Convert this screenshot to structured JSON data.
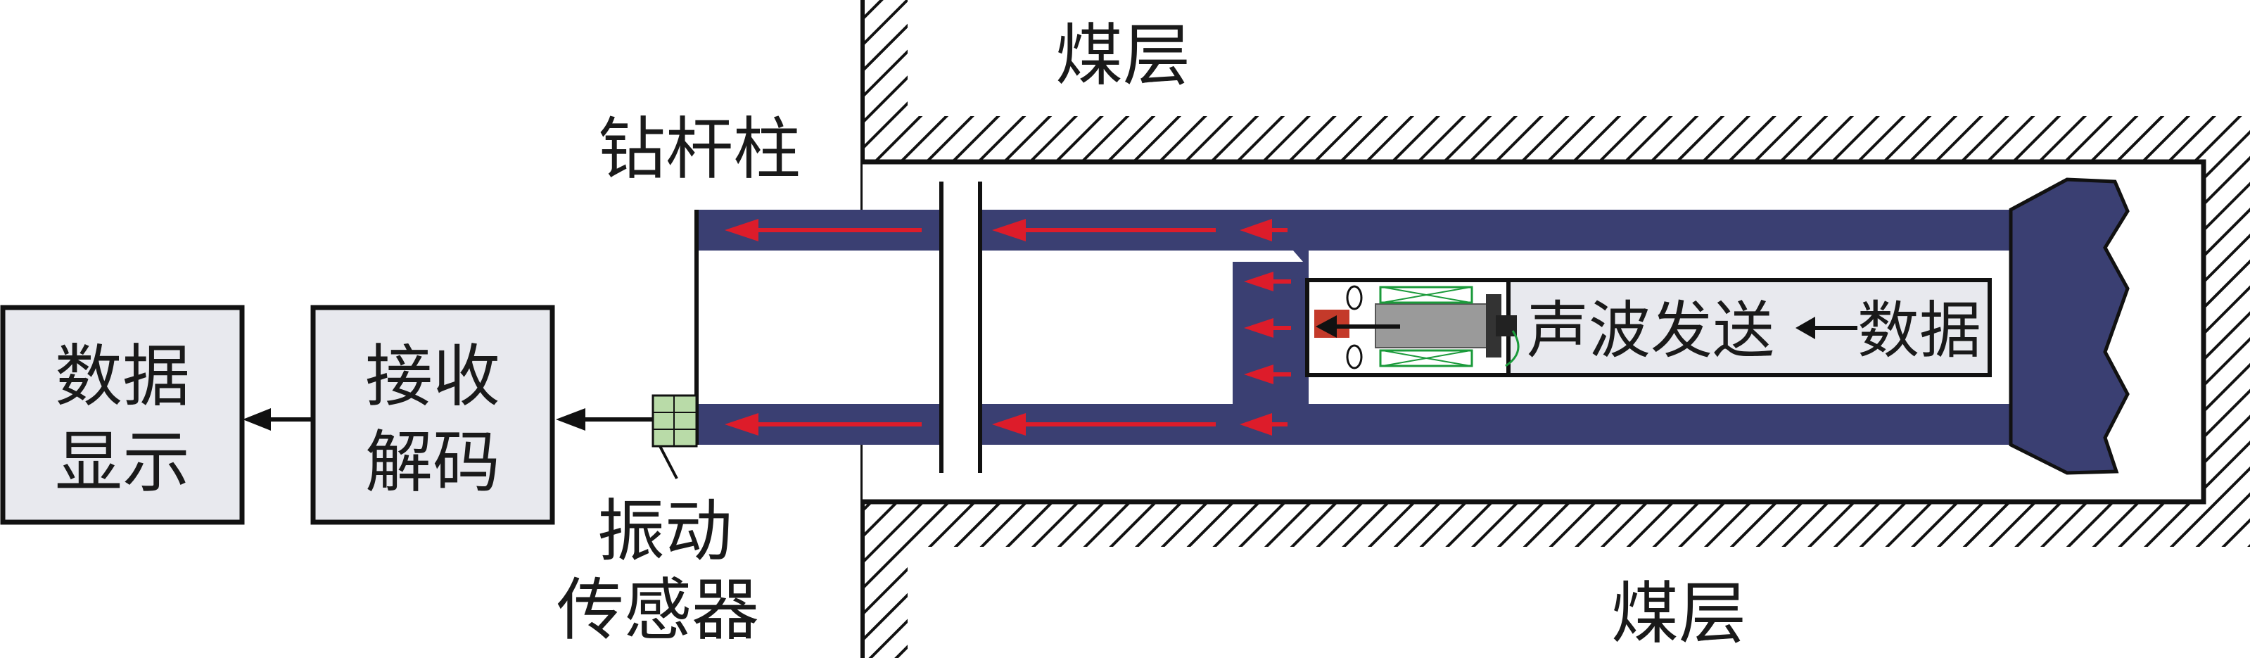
{
  "labels": {
    "coal_seam_top": "煤层",
    "coal_seam_bottom": "煤层",
    "drill_string": "钻杆柱",
    "display_line1": "数据",
    "display_line2": "显示",
    "receiver_line1": "接收",
    "receiver_line2": "解码",
    "sensor_line1": "振动",
    "sensor_line2": "传感器",
    "acoustic_tx": "声波发送",
    "data_in": "数据"
  },
  "colors": {
    "pipe_fill": "#3a3f72",
    "arrow_red": "#dd1c2a",
    "box_fill": "#e8e9ee",
    "sensor_green": "#b9dba8",
    "coil_green": "#1a9a3a",
    "outline": "#111111"
  },
  "icons": [
    "hatch-pattern",
    "red-flow-arrow",
    "black-arrow",
    "drill-bit",
    "transducer"
  ]
}
